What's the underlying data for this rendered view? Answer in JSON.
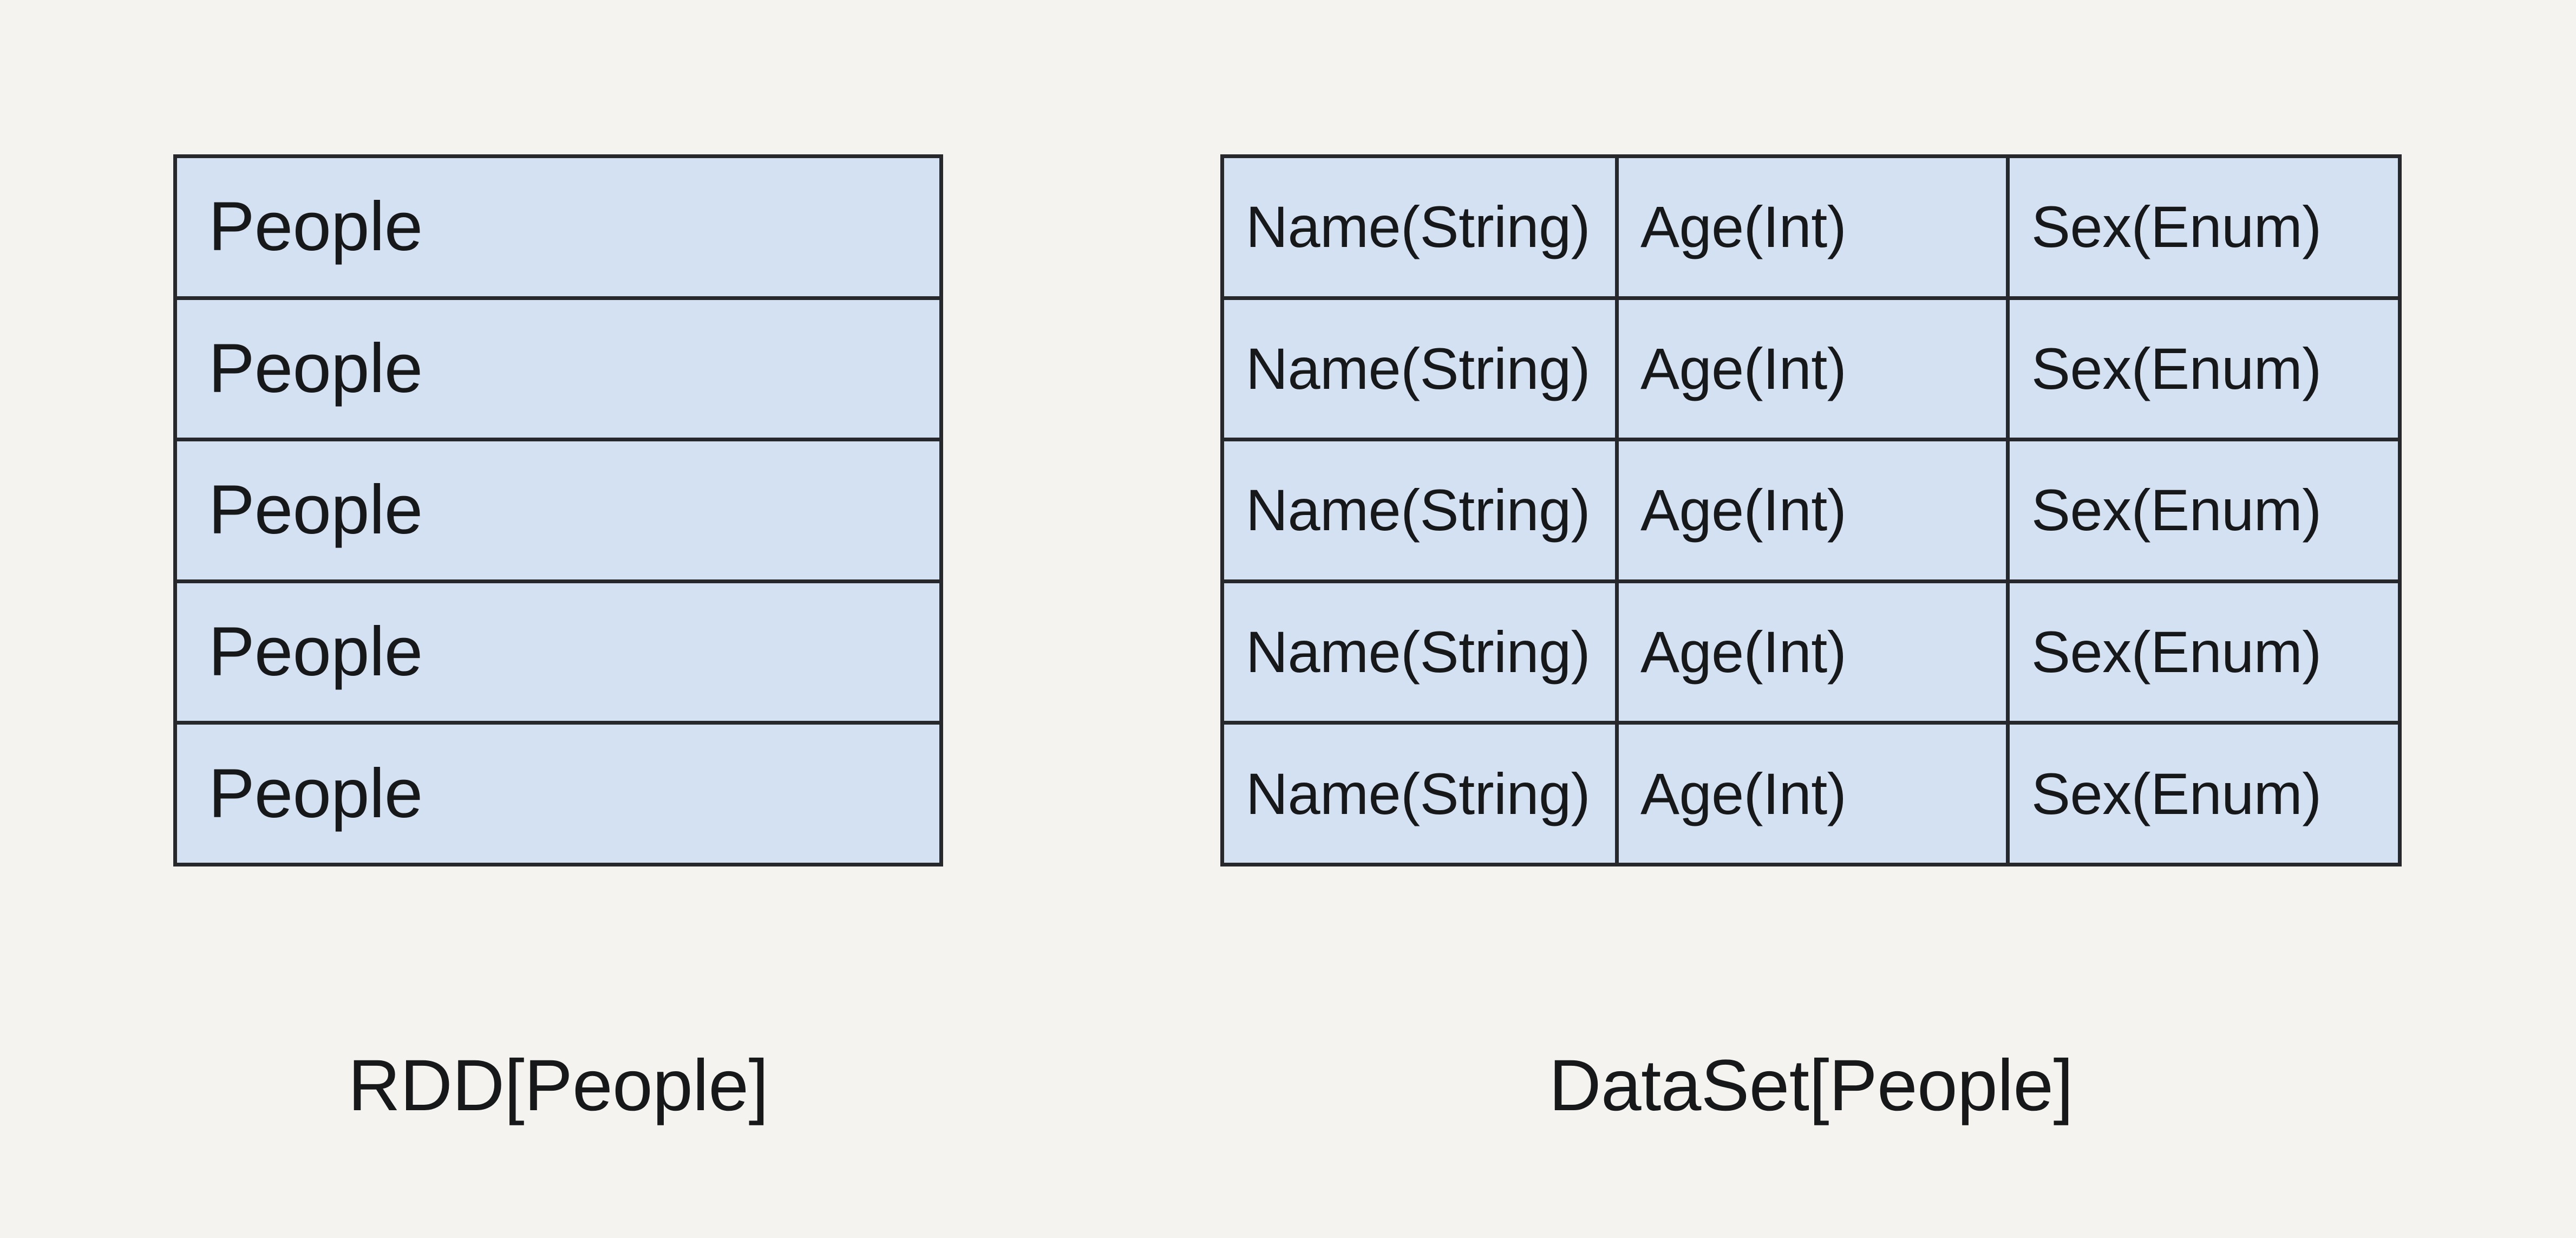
{
  "canvas": {
    "background_color": "#f4f3ef",
    "border_color": "#26282b",
    "fill_color": "#d4e1f2",
    "text_color": "#16181a"
  },
  "left_figure": {
    "caption": "RDD[People]",
    "row_label": "People",
    "rows": [
      {
        "label": "People"
      },
      {
        "label": "People"
      },
      {
        "label": "People"
      },
      {
        "label": "People"
      },
      {
        "label": "People"
      }
    ]
  },
  "right_figure": {
    "caption": "DataSet[People]",
    "columns": [
      "Name(String)",
      "Age(Int)",
      "Sex(Enum)"
    ],
    "rows": [
      {
        "name": "Name(String)",
        "age": "Age(Int)",
        "sex": "Sex(Enum)"
      },
      {
        "name": "Name(String)",
        "age": "Age(Int)",
        "sex": "Sex(Enum)"
      },
      {
        "name": "Name(String)",
        "age": "Age(Int)",
        "sex": "Sex(Enum)"
      },
      {
        "name": "Name(String)",
        "age": "Age(Int)",
        "sex": "Sex(Enum)"
      },
      {
        "name": "Name(String)",
        "age": "Age(Int)",
        "sex": "Sex(Enum)"
      }
    ]
  }
}
